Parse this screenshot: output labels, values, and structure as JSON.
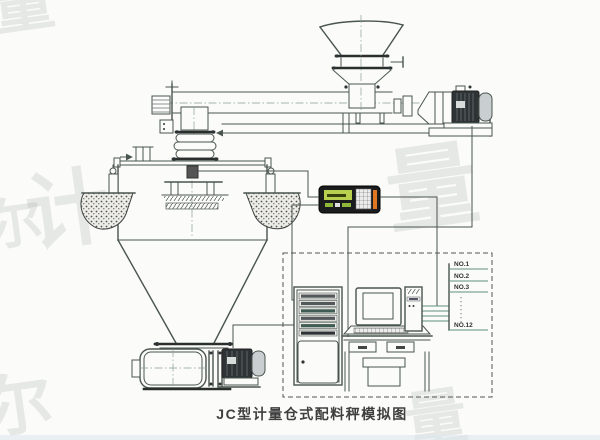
{
  "title": "JC型计量仓式配料秤模拟图",
  "panel": {
    "no_labels": [
      "NO.1",
      "NO.2",
      "NO.3",
      "NO.12"
    ]
  },
  "watermarks": [
    "量",
    "尔",
    "计",
    "量",
    "量",
    "尔"
  ],
  "colors": {
    "bg": "#fbfbf9",
    "line": "#4a5550",
    "dark": "#2e3335",
    "lcd_green": "#b9cf4e",
    "indicator_black": "#1b1c1e",
    "orange": "#e0761f",
    "teal": "#5f8f7f",
    "cap_gray": "#c9ced0",
    "watermark": "#8a9494"
  }
}
